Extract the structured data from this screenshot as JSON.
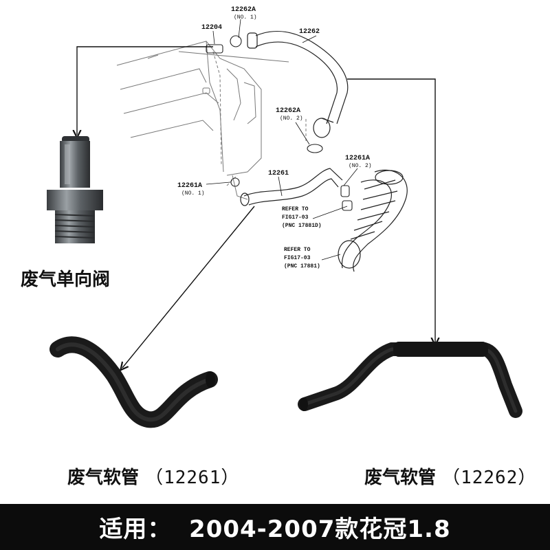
{
  "diagram": {
    "callouts": {
      "c12262a_1": "12262A",
      "c12262a_1_sub": "(NO. 1)",
      "c12204": "12204",
      "c12262": "12262",
      "c12262a_2": "12262A",
      "c12262a_2_sub": "(NO. 2)",
      "c12261a_2": "12261A",
      "c12261a_2_sub": "(NO. 2)",
      "c12261": "12261",
      "c12261a_1": "12261A",
      "c12261a_1_sub": "(NO. 1)",
      "refer1_l1": "REFER TO",
      "refer1_l2": "FIG17-03",
      "refer1_l3": "(PNC 17881D)",
      "refer2_l1": "REFER TO",
      "refer2_l2": "FIG17-03",
      "refer2_l3": "(PNC 17881)"
    }
  },
  "parts": {
    "valve_label": "废气单向阀",
    "hose1_label": "废气软管",
    "hose1_code": "（12261）",
    "hose2_label": "废气软管",
    "hose2_code": "（12262）"
  },
  "footer": {
    "text": "适用：  2004-2007款花冠1.8"
  }
}
